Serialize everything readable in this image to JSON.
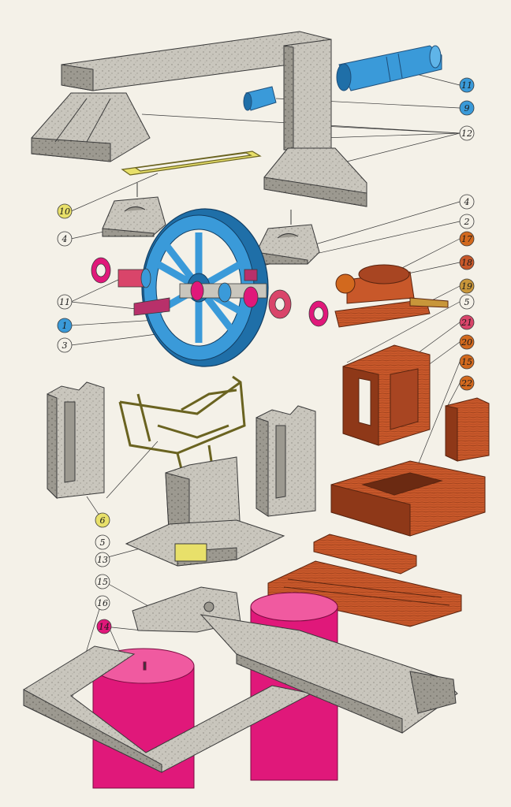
{
  "colors": {
    "background": "#f4f1e8",
    "concrete": "#c9c6bd",
    "concrete_dark": "#9c9990",
    "outline": "#3a3a3a",
    "blue": "#3a9ad9",
    "blue_dark": "#1f6fa8",
    "yellow": "#e8e06a",
    "orange": "#c8582a",
    "orange_dark": "#8e3818",
    "magenta": "#e0187a",
    "magenta_dark": "#a10f57",
    "wood": "#b8642e"
  },
  "callouts": [
    {
      "id": "c11a",
      "label": "11",
      "fill": "#3a9ad9",
      "color": "#1a1a1a"
    },
    {
      "id": "c9",
      "label": "9",
      "fill": "#3a9ad9",
      "color": "#1a1a1a"
    },
    {
      "id": "c12",
      "label": "12",
      "fill": "#f4f1e8",
      "color": "#1a1a1a"
    },
    {
      "id": "c10",
      "label": "10",
      "fill": "#e8e06a",
      "color": "#1a1a1a"
    },
    {
      "id": "c4a",
      "label": "4",
      "fill": "#f4f1e8",
      "color": "#1a1a1a"
    },
    {
      "id": "c4b",
      "label": "4",
      "fill": "#f4f1e8",
      "color": "#1a1a1a"
    },
    {
      "id": "c2",
      "label": "2",
      "fill": "#f4f1e8",
      "color": "#1a1a1a"
    },
    {
      "id": "c17",
      "label": "17",
      "fill": "#d2691e",
      "color": "#1a1a1a"
    },
    {
      "id": "c18",
      "label": "18",
      "fill": "#c8582a",
      "color": "#1a1a1a"
    },
    {
      "id": "c11b",
      "label": "11",
      "fill": "#f4f1e8",
      "color": "#1a1a1a"
    },
    {
      "id": "c19",
      "label": "19",
      "fill": "#c8963a",
      "color": "#1a1a1a"
    },
    {
      "id": "c1",
      "label": "1",
      "fill": "#3a9ad9",
      "color": "#1a1a1a"
    },
    {
      "id": "c5a",
      "label": "5",
      "fill": "#f4f1e8",
      "color": "#1a1a1a"
    },
    {
      "id": "c3",
      "label": "3",
      "fill": "#f4f1e8",
      "color": "#1a1a1a"
    },
    {
      "id": "c21",
      "label": "21",
      "fill": "#d9456a",
      "color": "#1a1a1a"
    },
    {
      "id": "c20",
      "label": "20",
      "fill": "#d2691e",
      "color": "#1a1a1a"
    },
    {
      "id": "c15a",
      "label": "15",
      "fill": "#d2691e",
      "color": "#1a1a1a"
    },
    {
      "id": "c22",
      "label": "22",
      "fill": "#d2691e",
      "color": "#1a1a1a"
    },
    {
      "id": "c6",
      "label": "6",
      "fill": "#e8e06a",
      "color": "#1a1a1a"
    },
    {
      "id": "c5b",
      "label": "5",
      "fill": "#f4f1e8",
      "color": "#1a1a1a"
    },
    {
      "id": "c13",
      "label": "13",
      "fill": "#f4f1e8",
      "color": "#1a1a1a"
    },
    {
      "id": "c15b",
      "label": "15",
      "fill": "#f4f1e8",
      "color": "#1a1a1a"
    },
    {
      "id": "c16",
      "label": "16",
      "fill": "#f4f1e8",
      "color": "#1a1a1a"
    },
    {
      "id": "c14",
      "label": "14",
      "fill": "#e0187a",
      "color": "#1a1a1a"
    }
  ]
}
